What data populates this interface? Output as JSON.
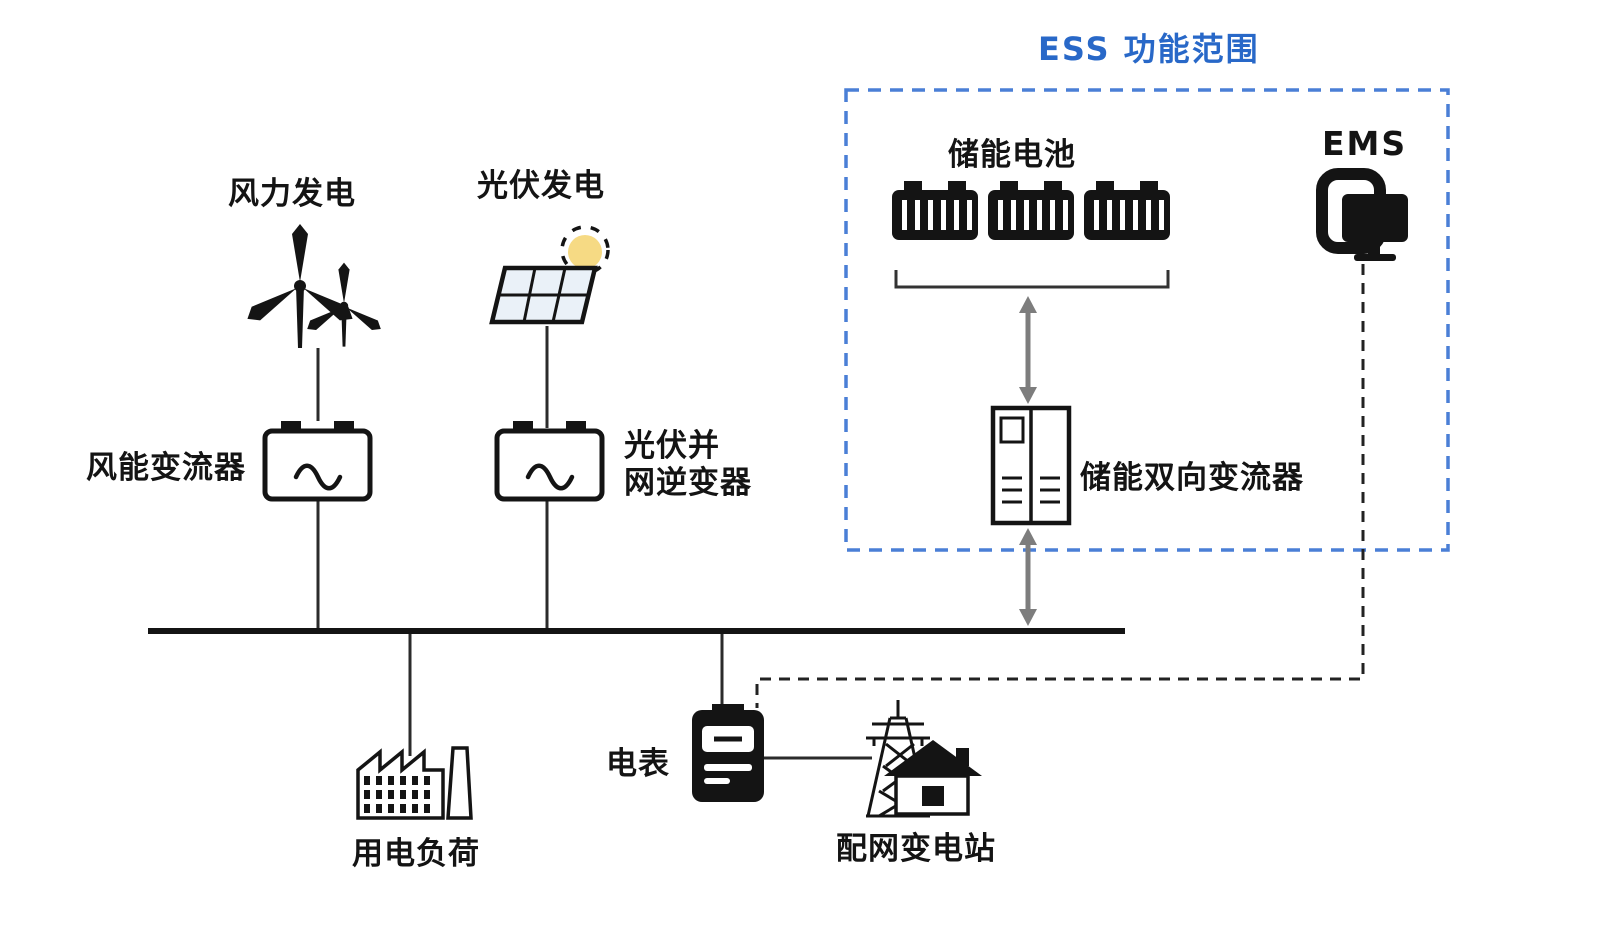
{
  "diagram": {
    "title": "ESS 功能范围",
    "nodes": {
      "wind_power": "风力发电",
      "pv_power": "光伏发电",
      "wind_converter": "风能变流器",
      "pv_inverter_line1": "光伏并",
      "pv_inverter_line2": "网逆变器",
      "storage_battery": "储能电池",
      "ems": "EMS",
      "bidirectional_converter": "储能双向变流器",
      "load": "用电负荷",
      "meter": "电表",
      "substation": "配网变电站"
    },
    "colors": {
      "accent_blue": "#2868c8",
      "ess_box_border": "#4a7fd6",
      "line_dark": "#1a1a1a",
      "arrow_gray": "#7d7d7d",
      "sun_yellow": "#f5d36e",
      "panel_tint": "#eaf1f8"
    }
  }
}
